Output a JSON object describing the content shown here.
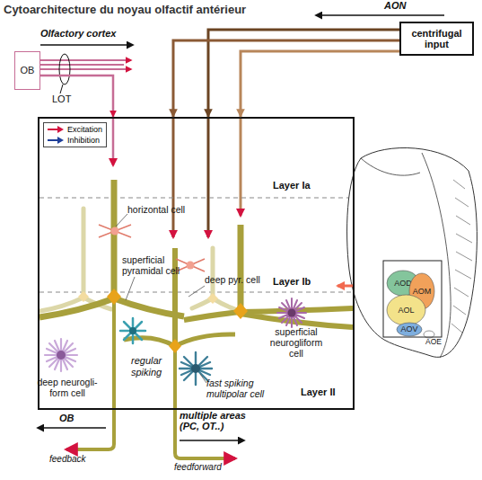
{
  "diagram": {
    "title": "Cytoarchitecture du noyau olfactif antérieur",
    "nodes": [
      {
        "text": [
          "OB"
        ]
      },
      {
        "text": [
          "centrifugal input"
        ]
      },
      {
        "text": [
          "Layer Ia",
          "Layer Ib",
          "Layer II"
        ]
      },
      {
        "text": [
          "AOD"
        ]
      },
      {
        "text": [
          "AOM"
        ]
      },
      {
        "text": [
          "AOL"
        ]
      },
      {
        "text": [
          "AOV"
        ]
      }
    ],
    "edges": [
      {
        "from": 0,
        "to": 2,
        "arrow": "to"
      },
      {
        "from": 1,
        "to": 2,
        "arrow": "to"
      },
      {
        "from": 1,
        "to": 2,
        "arrow": "to"
      },
      {
        "from": 1,
        "to": 2,
        "arrow": "to"
      }
    ],
    "labels": [
      "Olfactory cortex",
      "LOT",
      "AON",
      "horizontal cell",
      "superficial pyramidal cell",
      "deep pyr. cell",
      "regular spiking",
      "deep neurogli- form cell",
      "fast spiking multipolar cell",
      "superficial neurogliform cell",
      "OB",
      "feedback",
      "multiple areas (PC, OT..)",
      "feedforward",
      "AOE"
    ],
    "legend": [
      {
        "text": "Excitation"
      },
      {
        "text": "Inhibition"
      }
    ]
  }
}
